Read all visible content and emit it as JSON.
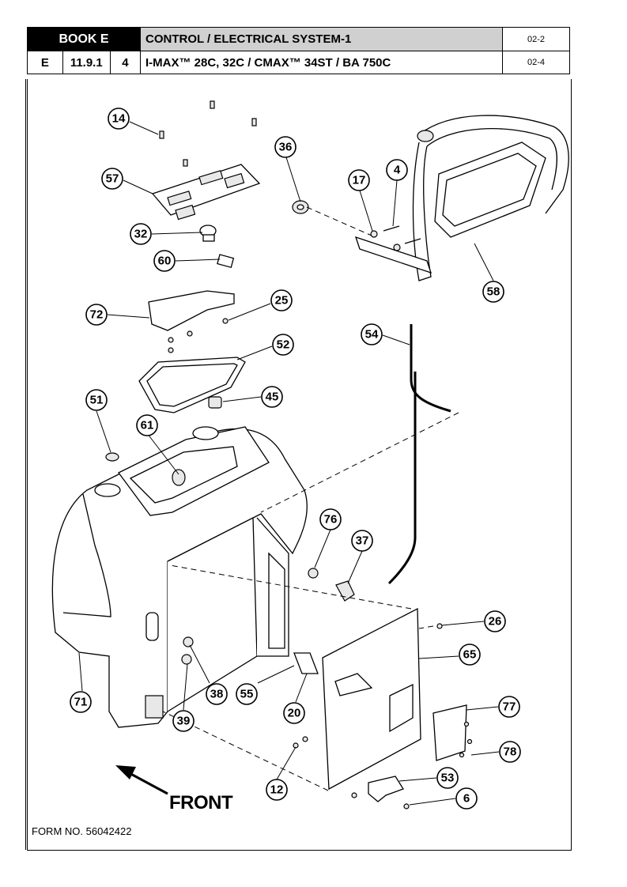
{
  "header": {
    "book": "BOOK E",
    "section": "E",
    "index": "11.9.1",
    "rev": "4",
    "title": "CONTROL / ELECTRICAL SYSTEM-1",
    "models": "I-MAX™ 28C, 32C / CMAX™ 34ST / BA 750C",
    "date_top": "02-2",
    "date_bottom": "02-4"
  },
  "diagram": {
    "front_label": "FRONT",
    "callouts": [
      "14",
      "57",
      "36",
      "17",
      "4",
      "32",
      "60",
      "58",
      "25",
      "72",
      "54",
      "52",
      "51",
      "45",
      "61",
      "76",
      "37",
      "26",
      "65",
      "71",
      "38",
      "55",
      "39",
      "20",
      "77",
      "78",
      "53",
      "12",
      "6"
    ]
  },
  "footer": {
    "form": "FORM NO. 56042422"
  },
  "colors": {
    "ink": "#000000",
    "header_fill": "#000000",
    "title_fill": "#d0d0d0"
  }
}
